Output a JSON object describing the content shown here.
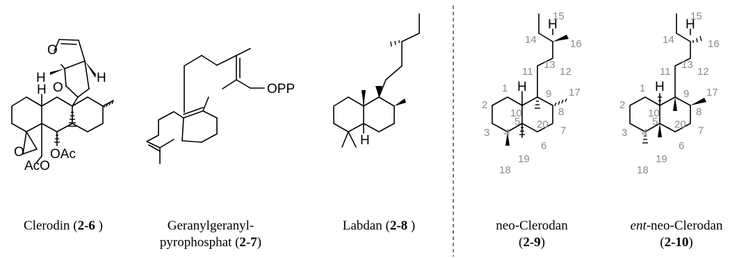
{
  "atom_labels": {
    "H": "H",
    "O": "O",
    "AcO": "AcO",
    "OAc": "OAc",
    "OPP": "OPP"
  },
  "captions": {
    "c1": {
      "name": "Clerodin (",
      "num": "2-6",
      "close": " )"
    },
    "c2": {
      "line1": "Geranylgeranyl-",
      "name": "pyrophosphat (",
      "num": "2-7",
      "close": ")"
    },
    "c3": {
      "name": "Labdan  (",
      "num": "2-8",
      "close": " )"
    },
    "c4": {
      "name": "neo-Clerodan",
      "open": "(",
      "num": "2-9",
      "close": ")"
    },
    "c5": {
      "prefix": "ent",
      "name": "-neo-Clerodan",
      "open": "(",
      "num": "2-10",
      "close": ")"
    }
  },
  "locant_numbers": [
    "1",
    "2",
    "3",
    "4",
    "5",
    "6",
    "7",
    "8",
    "9",
    "10",
    "11",
    "12",
    "13",
    "14",
    "15",
    "16",
    "17",
    "18",
    "19",
    "20"
  ]
}
